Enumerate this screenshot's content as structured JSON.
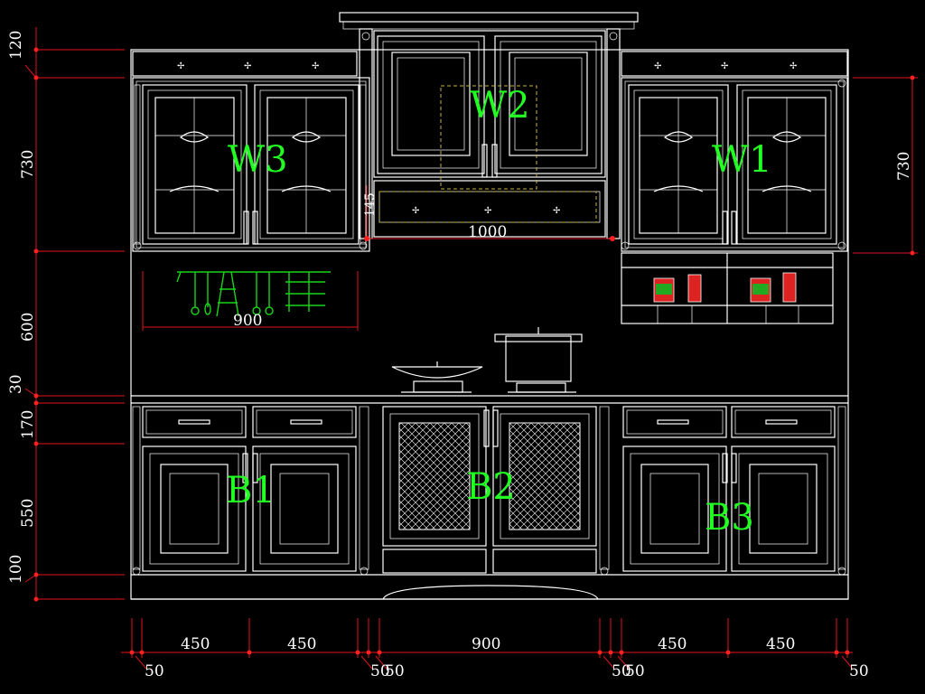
{
  "labels": {
    "w1": "W1",
    "w2": "W2",
    "w3": "W3",
    "b1": "B1",
    "b2": "B2",
    "b3": "B3"
  },
  "dims": {
    "left_heights": [
      "120",
      "730",
      "600",
      "30",
      "170",
      "550",
      "100"
    ],
    "right_height": "730",
    "hood_small": "145",
    "hood_width": "1000",
    "rail_width": "900",
    "bottom_widths": [
      "450",
      "450",
      "900",
      "450",
      "450"
    ],
    "bottom_gaps": [
      "50",
      "50",
      "50",
      "50",
      "50",
      "50"
    ]
  },
  "colors": {
    "background": "#000000",
    "lines": "#ffffff",
    "dimension_lines": "#e0141b",
    "labels": "#22ff22",
    "hidden_lines": "#c8b440"
  }
}
